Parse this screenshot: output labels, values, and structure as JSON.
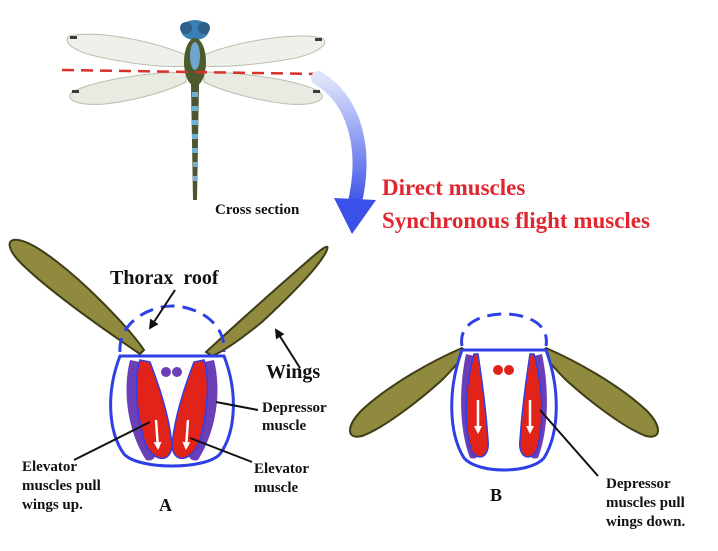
{
  "colors": {
    "outline_blue": "#2f3fe6",
    "muscle_red": "#e2231a",
    "muscle_purple": "#6a3fb8",
    "wing_olive": "#8f8a3e",
    "wing_edge": "#3f3d16",
    "arrow_blue": "#3a50e8",
    "cross_section_line": "#d9302a",
    "heading_red": "#e0262e",
    "dot_purple": "#6a3fb8",
    "dot_red": "#e2231a"
  },
  "icons": {
    "dragonfly": "dragonfly-icon",
    "cross_section_arrow": "curved-arrow-icon"
  },
  "labels": {
    "cross_section": "Cross section",
    "direct_muscles": "Direct muscles",
    "synchronous": "Synchronous flight muscles",
    "thorax_roof": "Thorax  roof",
    "wings": "Wings",
    "depressor_muscle_1": "Depressor",
    "depressor_muscle_2": "muscle",
    "elevator_muscle_1": "Elevator",
    "elevator_muscle_2": "muscle",
    "elevator_pull_1": "Elevator",
    "elevator_pull_2": "muscles pull",
    "elevator_pull_3": "wings up.",
    "panel_a": "A",
    "panel_b": "B",
    "depressor_pull_1": "Depressor",
    "depressor_pull_2": "muscles pull",
    "depressor_pull_3": "wings down."
  }
}
